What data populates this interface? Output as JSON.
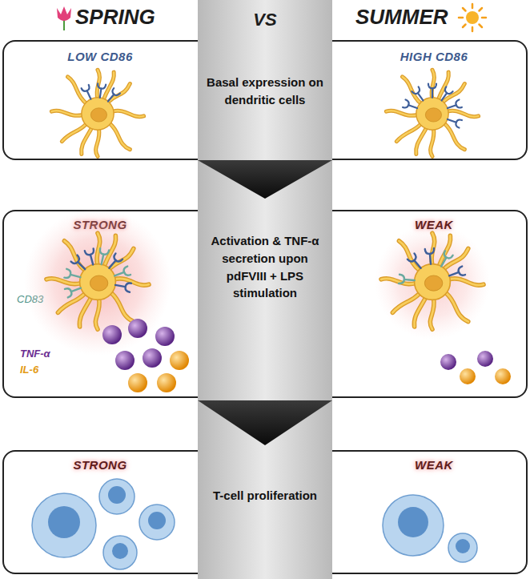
{
  "diagram": {
    "nodes": [
      {
        "text": [
          "LOW CD86"
        ]
      },
      {
        "text": [
          "Basal expression on dendritic cells",
          "Activation & TNF-α secretion upon pdFVIII + LPS stimulation",
          "T-cell proliferation"
        ]
      },
      {
        "text": [
          "HIGH CD86"
        ]
      },
      {
        "text": [
          "STRONG",
          "CD83",
          "TNF-α",
          "IL-6"
        ]
      },
      {
        "text": [
          "WEAK"
        ]
      },
      {
        "text": [
          "STRONG"
        ]
      },
      {
        "text": [
          "WEAK"
        ]
      }
    ],
    "labels": [
      "SPRING",
      "VS",
      "SUMMER"
    ]
  }
}
